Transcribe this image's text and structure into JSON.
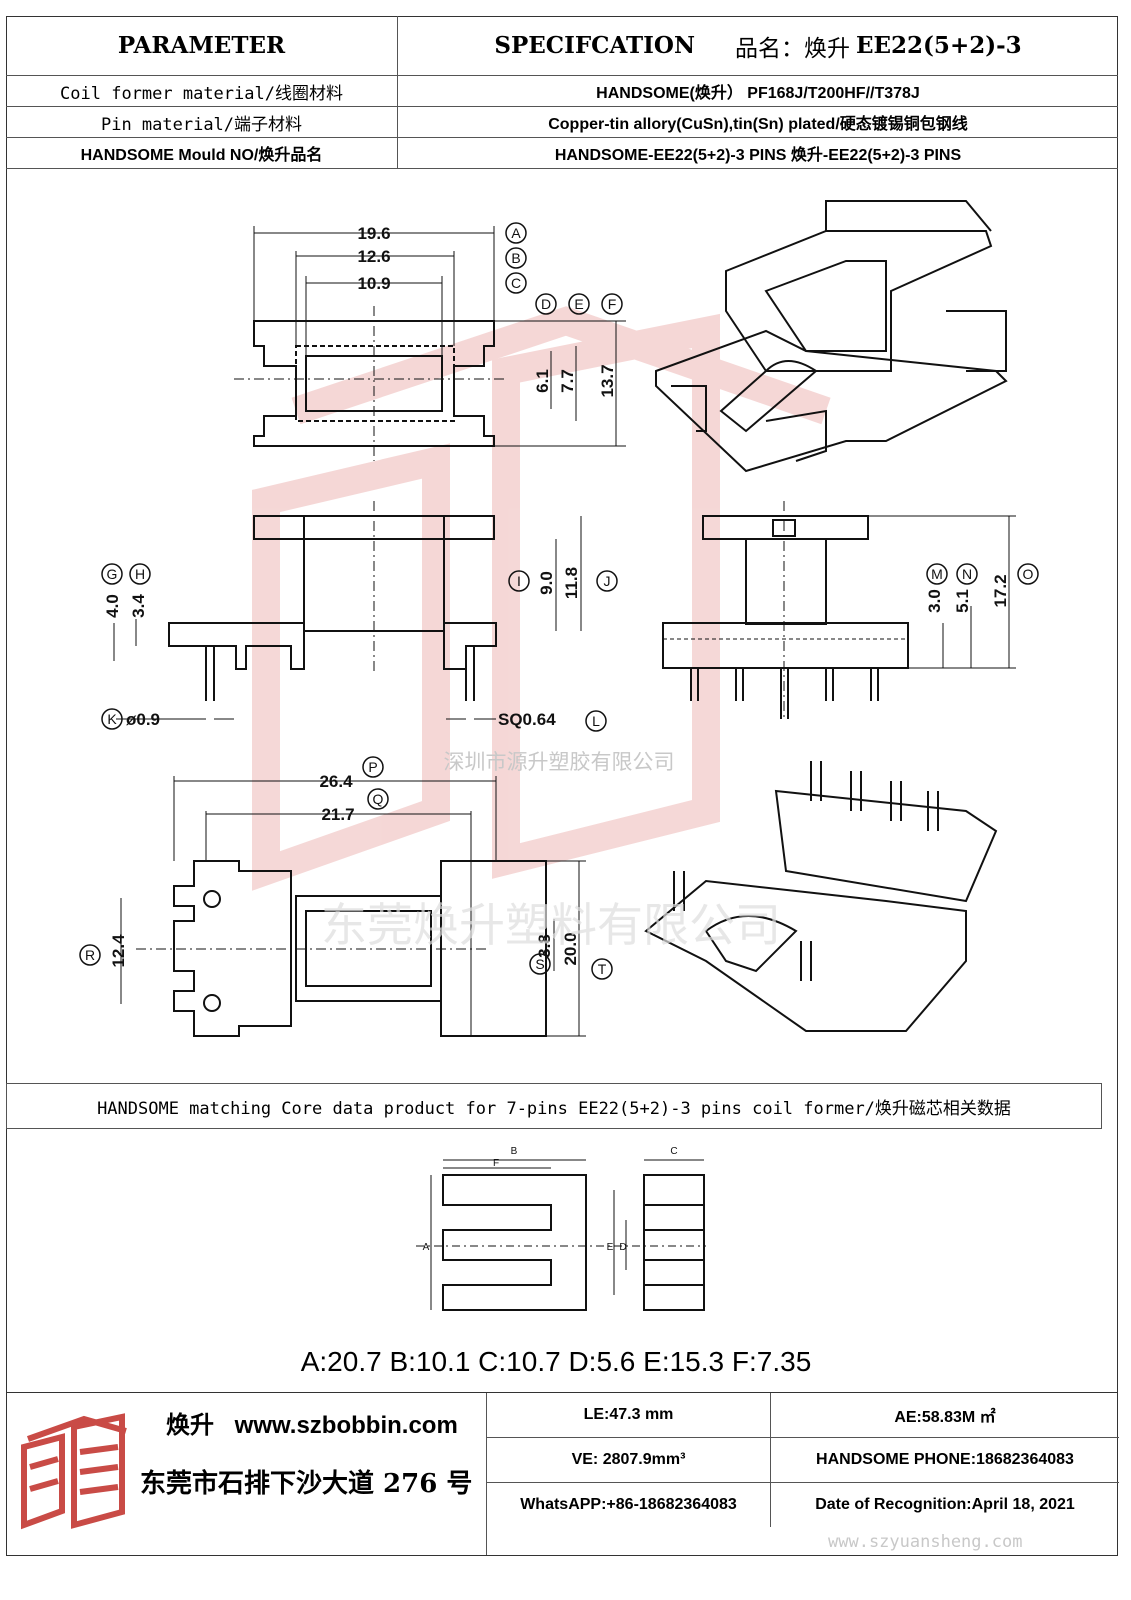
{
  "header": {
    "parameter": "PARAMETER",
    "specification": "SPECIFCATION",
    "product_name_label": "品名：焕升",
    "product_model": "EE22(5+2)-3"
  },
  "spec_rows": [
    {
      "label": "Coil former material/线圈材料",
      "value": "HANDSOME(焕升）  PF168J/T200HF//T378J"
    },
    {
      "label": "Pin material/端子材料",
      "value": "Copper-tin allory(CuSn),tin(Sn) plated/硬态镀锡铜包钢线"
    },
    {
      "label": "HANDSOME Mould NO/焕升品名",
      "value": "HANDSOME-EE22(5+2)-3 PINS   焕升-EE22(5+2)-3 PINS"
    }
  ],
  "drawing": {
    "top_view": {
      "dims": [
        "19.6",
        "12.6",
        "10.9",
        "6.1",
        "7.7",
        "13.7"
      ],
      "letters": [
        "A",
        "B",
        "C",
        "D",
        "E",
        "F"
      ]
    },
    "side_view": {
      "dims": [
        "4.0",
        "3.4",
        "9.0",
        "11.8",
        "ø0.9",
        "SQ0.64"
      ],
      "letters": [
        "G",
        "H",
        "I",
        "J",
        "K",
        "L"
      ]
    },
    "end_view": {
      "dims": [
        "3.0",
        "5.1",
        "17.2"
      ],
      "letters": [
        "M",
        "N",
        "O"
      ]
    },
    "bottom_view": {
      "dims": [
        "26.4",
        "21.7",
        "12.4",
        "3.8",
        "20.0"
      ],
      "letters": [
        "P",
        "Q",
        "R",
        "S",
        "T"
      ]
    },
    "watermark_company": "深圳市源升塑胶有限公司",
    "watermark_big": "东莞焕升塑料有限公司"
  },
  "core": {
    "header": "HANDSOME matching Core data  product for 7-pins EE22(5+2)-3 pins coil former/焕升磁芯相关数据",
    "letters": [
      "A",
      "B",
      "C",
      "D",
      "E",
      "F"
    ],
    "dims_text": "A:20.7 B:10.1 C:10.7 D:5.6 E:15.3 F:7.35"
  },
  "footer": {
    "brand": "焕升",
    "website": "www.szbobbin.com",
    "address": "东莞市石排下沙大道 276 号",
    "le": "LE:47.3 mm",
    "ae": "AE:58.83M ㎡",
    "ve": "VE: 2807.9mm³",
    "phone": "HANDSOME PHONE:18682364083",
    "whatsapp": "WhatsAPP:+86-18682364083",
    "date": "Date of Recognition:April 18, 2021",
    "watermark_url": "www.szyuansheng.com"
  },
  "colors": {
    "watermark_red": "#d9534f",
    "line": "#111111"
  }
}
